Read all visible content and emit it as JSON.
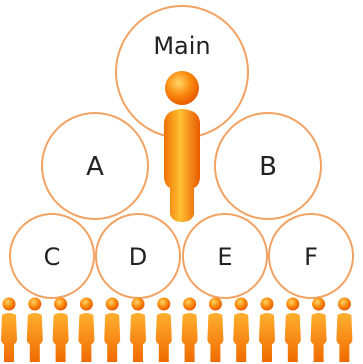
{
  "diagram": {
    "colors": {
      "circle_stroke": "#f2a262",
      "circle_fill": "#ffffff",
      "orange_light": "#ffc033",
      "orange_mid": "#fb8c10",
      "orange_dark": "#e85a00",
      "label_color": "#222222"
    },
    "main": {
      "label": "Main",
      "icon": "person-icon"
    },
    "level2": [
      {
        "label": "A"
      },
      {
        "label": "B"
      }
    ],
    "level3": [
      {
        "label": "C"
      },
      {
        "label": "D"
      },
      {
        "label": "E"
      },
      {
        "label": "F"
      }
    ],
    "people_row": {
      "icon": "person-icon"
    }
  }
}
